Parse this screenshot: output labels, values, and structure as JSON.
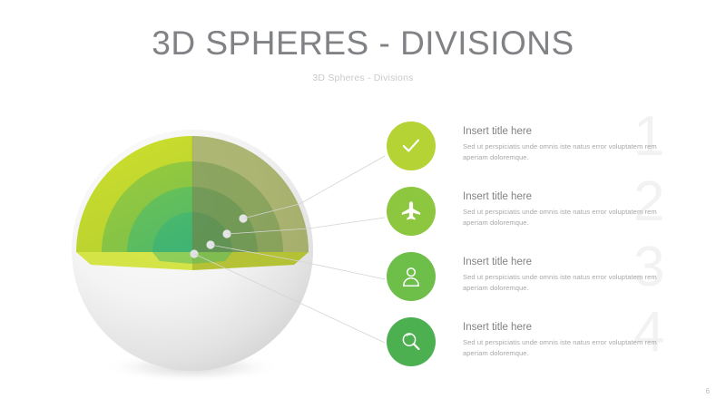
{
  "header": {
    "title": "3D SPHERES - DIVISIONS",
    "subtitle": "3D Spheres - Divisions"
  },
  "colors": {
    "title_gray": "#808285",
    "subtitle_gray": "#c9cacc",
    "body_gray": "#a6a8ab",
    "watermark_gray": "#f2f2f2",
    "icon_1": "#b5d334",
    "icon_2": "#8dc63f",
    "icon_3": "#6ebe4a",
    "icon_4": "#4caf50",
    "sphere_layer_1": "#c6d92d",
    "sphere_layer_2": "#8ec63f",
    "sphere_layer_3": "#61bf5f",
    "sphere_layer_4": "#45b66c",
    "sphere_shell": "#e8e8e8",
    "connector_line": "#d4d4d4"
  },
  "items": [
    {
      "number": "1",
      "icon": "check-icon",
      "color": "#b5d334",
      "title": "Insert title here",
      "body": "Sed ut perspiciatis unde omnis iste natus error voluptatem rem aperiam doloremque."
    },
    {
      "number": "2",
      "icon": "airplane-icon",
      "color": "#8dc63f",
      "title": "Insert title here",
      "body": "Sed ut perspiciatis unde omnis iste natus error voluptatem rem aperiam doloremque."
    },
    {
      "number": "3",
      "icon": "person-icon",
      "color": "#6ebe4a",
      "title": "Insert title here",
      "body": "Sed ut perspiciatis unde omnis iste natus error voluptatem rem aperiam doloremque."
    },
    {
      "number": "4",
      "icon": "magnifier-icon",
      "color": "#4caf50",
      "title": "Insert title here",
      "body": "Sed ut perspiciatis unde omnis iste natus error voluptatem rem aperiam doloremque."
    }
  ],
  "footer": {
    "page_number": "6"
  }
}
